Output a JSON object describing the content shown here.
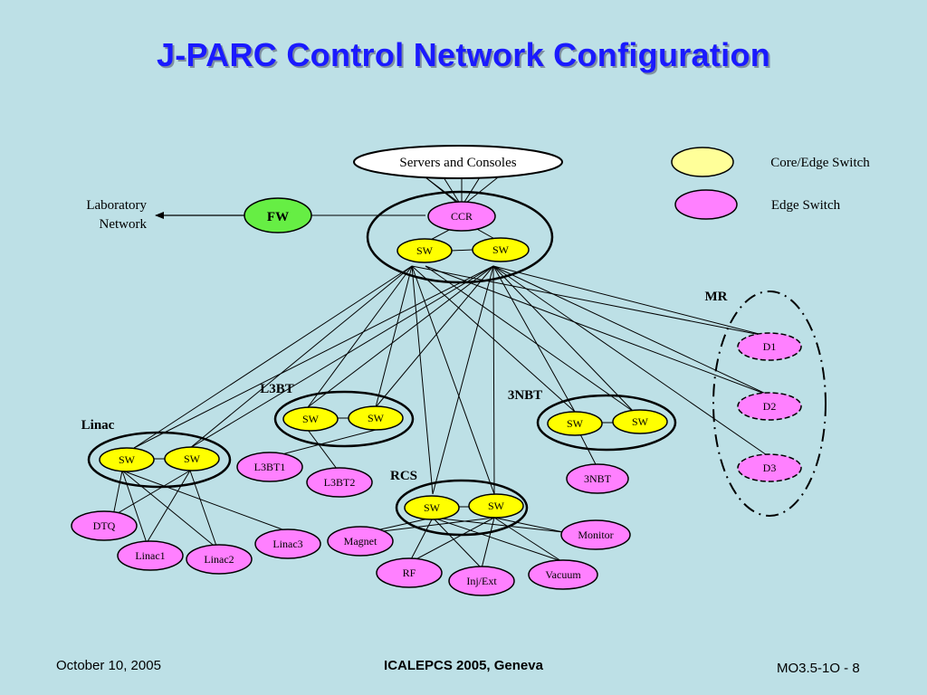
{
  "title": "J-PARC Control Network Configuration",
  "footer": {
    "date": "October 10, 2005",
    "conference": "ICALEPCS 2005, Geneva",
    "page": "MO3.5-1O - 8"
  },
  "colors": {
    "background": "#bde0e6",
    "title": "#1a1aff",
    "core_switch": "#ffff00",
    "edge_switch": "#ff80ff",
    "firewall": "#66ee44",
    "servers": "#ffffff",
    "legend_core": "#ffff99"
  },
  "legend": {
    "core_edge_switch": "Core/Edge Switch",
    "edge_switch": "Edge Switch"
  },
  "nodes": {
    "servers": "Servers and Consoles",
    "ccr": "CCR",
    "fw": "FW",
    "lab_line1": "Laboratory",
    "lab_line2": "Network",
    "sw": "SW",
    "d1": "D1",
    "d2": "D2",
    "d3": "D3",
    "l3bt1": "L3BT1",
    "l3bt2": "L3BT2",
    "nbt3": "3NBT",
    "dtq": "DTQ",
    "linac1": "Linac1",
    "linac2": "Linac2",
    "linac3": "Linac3",
    "magnet": "Magnet",
    "rf": "RF",
    "injext": "Inj/Ext",
    "vacuum": "Vacuum",
    "monitor": "Monitor"
  },
  "groups": {
    "mr": "MR",
    "l3bt": "L3BT",
    "nbt": "3NBT",
    "linac": "Linac",
    "rcs": "RCS"
  }
}
